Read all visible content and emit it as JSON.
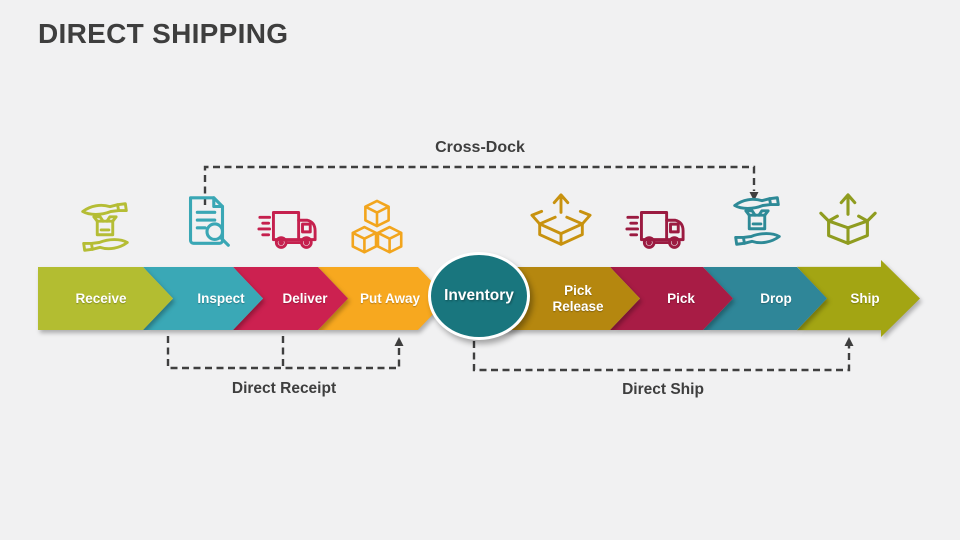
{
  "title": "DIRECT SHIPPING",
  "background": "#f1f1f2",
  "text_color": "#3e3e3e",
  "connector_color": "#3f3f3f",
  "flow": {
    "cross_dock": "Cross-Dock",
    "direct_receipt": "Direct Receipt",
    "direct_ship": "Direct Ship"
  },
  "hub": {
    "label": "Inventory",
    "color": "#19767e"
  },
  "steps": [
    {
      "label": "Receive",
      "color": "#b3bd31",
      "icon": "hands-box",
      "icon_color": "#b5bd35"
    },
    {
      "label": "Inspect",
      "color": "#3aa8b6",
      "icon": "document-search",
      "icon_color": "#3aa7b5"
    },
    {
      "label": "Deliver",
      "color": "#cc2150",
      "icon": "fast-truck",
      "icon_color": "#c5204e"
    },
    {
      "label": "Put Away",
      "color": "#f7a81f",
      "icon": "stacked-cubes",
      "icon_color": "#f2a51d"
    },
    {
      "label": "Pick Release",
      "color": "#b5870f",
      "icon": "open-box-release",
      "icon_color": "#c8920f"
    },
    {
      "label": "Pick",
      "color": "#a81c45",
      "icon": "fast-truck",
      "icon_color": "#9b1b41"
    },
    {
      "label": "Drop",
      "color": "#2f8698",
      "icon": "hands-box",
      "icon_color": "#2e8a97"
    },
    {
      "label": "Ship",
      "color": "#a3a513",
      "icon": "carton-ship",
      "icon_color": "#8f9c20"
    }
  ]
}
